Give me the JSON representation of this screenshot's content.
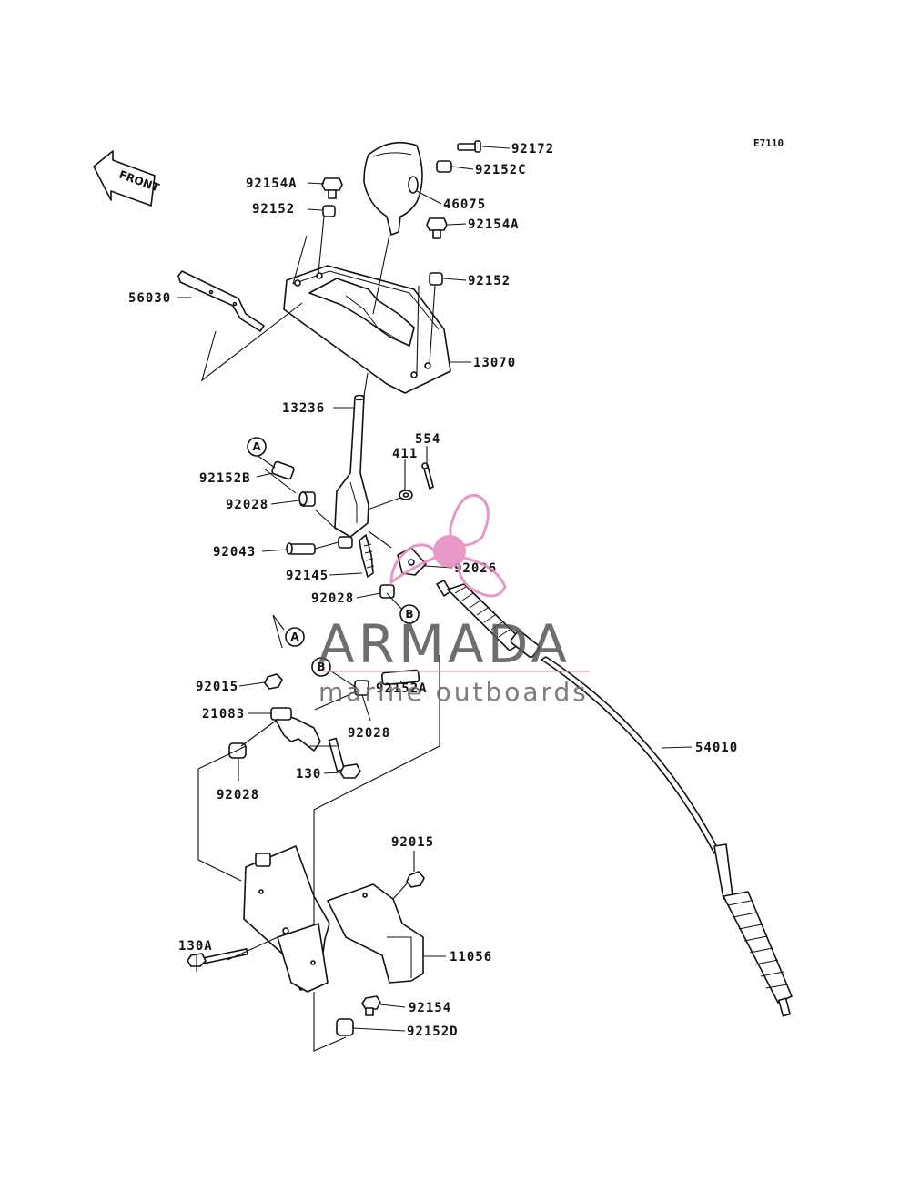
{
  "diagram_code": "E7110",
  "front_label": "FRONT",
  "watermark": {
    "title": "ARMADA",
    "subtitle": "marine outboards",
    "accent_color": "#e68cc0"
  },
  "callouts": {
    "a_top": "A",
    "b_top": "B",
    "a_bottom": "A",
    "b_bottom": "B"
  },
  "parts": {
    "p92172": "92172",
    "p92152C": "92152C",
    "p92154A_left": "92154A",
    "p92152_left": "92152",
    "p46075": "46075",
    "p92154A_right": "92154A",
    "p92152_right": "92152",
    "p56030": "56030",
    "p13070": "13070",
    "p13236": "13236",
    "p554": "554",
    "p411": "411",
    "p92152B": "92152B",
    "p92028_a": "92028",
    "p92043": "92043",
    "p92026": "92026",
    "p92145": "92145",
    "p92028_b": "92028",
    "p92015_top": "92015",
    "p21083": "21083",
    "p92028_c": "92028",
    "p92152A": "92152A",
    "p54010": "54010",
    "p130": "130",
    "p92028_d": "92028",
    "p92015_bottom": "92015",
    "p130A": "130A",
    "p11056": "11056",
    "p92154": "92154",
    "p92152D": "92152D"
  }
}
